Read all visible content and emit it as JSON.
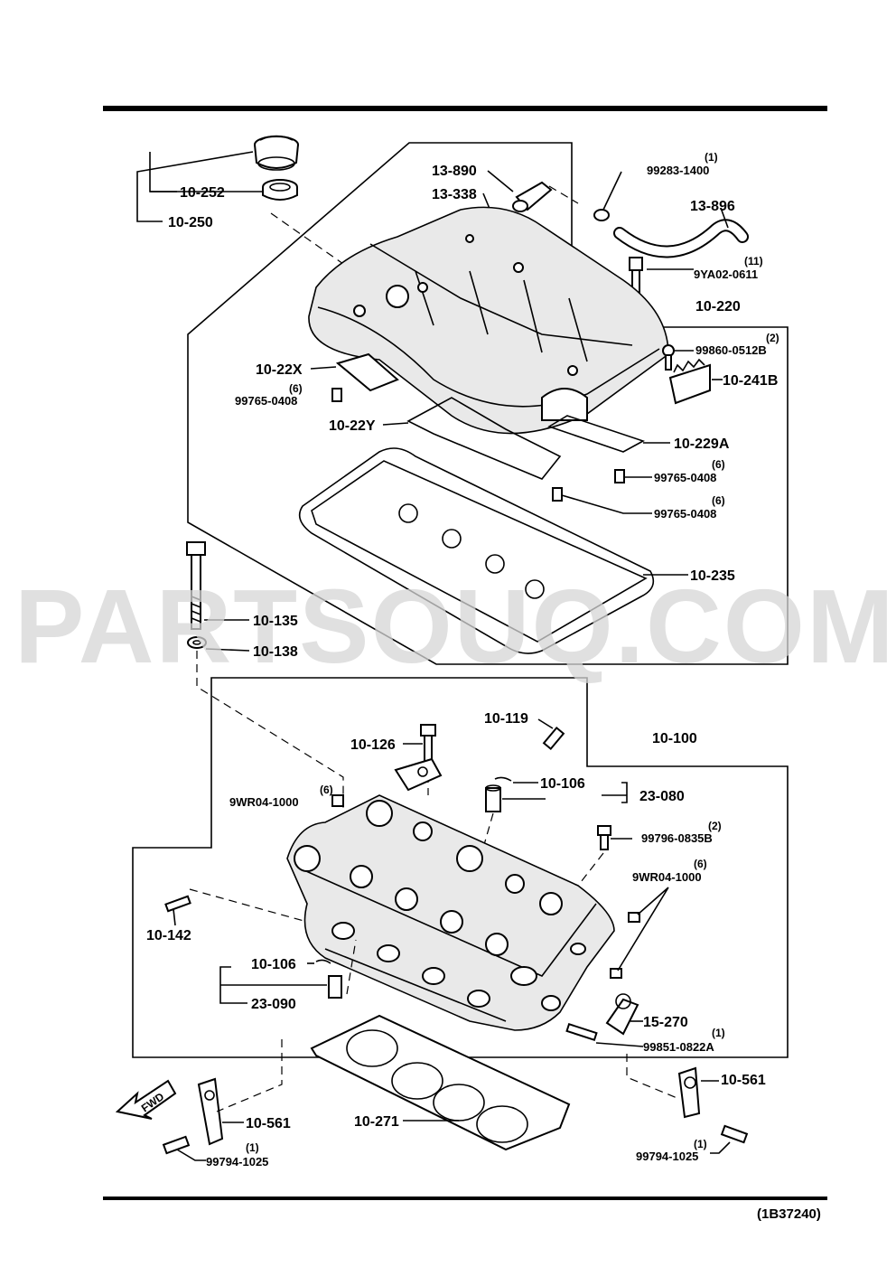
{
  "diagram_id": "(1B37240)",
  "watermark": "PARTSOUQ.COM",
  "fwd_label": "FWD",
  "labels": {
    "p10_250": "10-250",
    "p10_252": "10-252",
    "p13_890": "13-890",
    "p13_338": "13-338",
    "p99283_1400": "99283-1400",
    "q99283_1400": "(1)",
    "p13_896": "13-896",
    "p9ya02_0611": "9YA02-0611",
    "q9ya02_0611": "(11)",
    "p10_220": "10-220",
    "p99860_0512b": "99860-0512B",
    "q99860_0512b": "(2)",
    "p10_241b": "10-241B",
    "p10_22x": "10-22X",
    "p99765_0408_a": "99765-0408",
    "q99765_0408_a": "(6)",
    "p10_22y": "10-22Y",
    "p10_229a": "10-229A",
    "p99765_0408_b": "99765-0408",
    "q99765_0408_b": "(6)",
    "p99765_0408_c": "99765-0408",
    "q99765_0408_c": "(6)",
    "p10_235": "10-235",
    "p10_135": "10-135",
    "p10_138": "10-138",
    "p10_126": "10-126",
    "p10_119": "10-119",
    "p10_100": "10-100",
    "p10_106_a": "10-106",
    "p23_080": "23-080",
    "p9wr04_1000_a": "9WR04-1000",
    "q9wr04_1000_a": "(6)",
    "p99796_0835b": "99796-0835B",
    "q99796_0835b": "(2)",
    "p9wr04_1000_b": "9WR04-1000",
    "q9wr04_1000_b": "(6)",
    "p10_142": "10-142",
    "p10_106_b": "10-106",
    "p23_090": "23-090",
    "p15_270": "15-270",
    "p99851_0822a": "99851-0822A",
    "q99851_0822a": "(1)",
    "p10_561_a": "10-561",
    "p10_561_b": "10-561",
    "p10_271": "10-271",
    "p99794_1025_a": "99794-1025",
    "q99794_1025_a": "(1)",
    "p99794_1025_b": "99794-1025",
    "q99794_1025_b": "(1)"
  }
}
